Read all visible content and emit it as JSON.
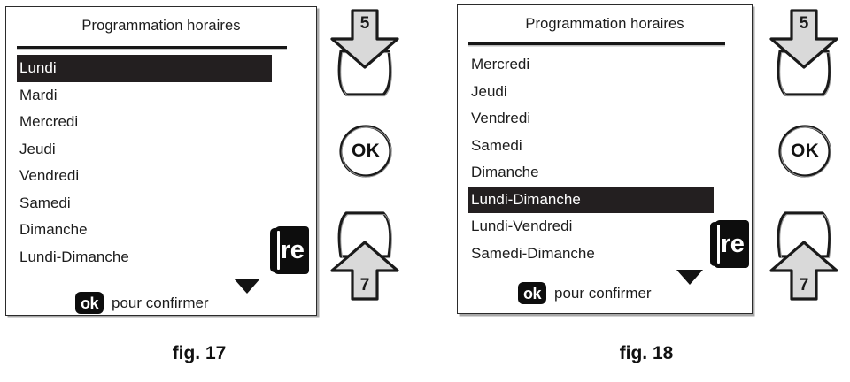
{
  "figures": [
    {
      "caption": "fig. 17",
      "screen": {
        "title": "Programmation horaires",
        "items": [
          {
            "label": "Lundi",
            "selected": true
          },
          {
            "label": "Mardi",
            "selected": false
          },
          {
            "label": "Mercredi",
            "selected": false
          },
          {
            "label": "Jeudi",
            "selected": false
          },
          {
            "label": "Vendredi",
            "selected": false
          },
          {
            "label": "Samedi",
            "selected": false
          },
          {
            "label": "Dimanche",
            "selected": false
          },
          {
            "label": "Lundi-Dimanche",
            "selected": false
          }
        ],
        "scroll_indicator": "scroll-down-triangle",
        "brand_badge": "re",
        "footer": {
          "key_badge": "ok",
          "text": "pour confirmer"
        }
      },
      "keypad": {
        "down_key": {
          "number": "5",
          "icon": "arrow-down-icon"
        },
        "ok_key": {
          "label": "OK"
        },
        "up_key": {
          "number": "7",
          "icon": "arrow-up-icon"
        }
      }
    },
    {
      "caption": "fig. 18",
      "screen": {
        "title": "Programmation horaires",
        "items": [
          {
            "label": "Mercredi",
            "selected": false
          },
          {
            "label": "Jeudi",
            "selected": false
          },
          {
            "label": "Vendredi",
            "selected": false
          },
          {
            "label": "Samedi",
            "selected": false
          },
          {
            "label": "Dimanche",
            "selected": false
          },
          {
            "label": "Lundi-Dimanche",
            "selected": true
          },
          {
            "label": "Lundi-Vendredi",
            "selected": false
          },
          {
            "label": "Samedi-Dimanche",
            "selected": false
          }
        ],
        "scroll_indicator": "scroll-down-triangle",
        "brand_badge": "re",
        "footer": {
          "key_badge": "ok",
          "text": "pour confirmer"
        }
      },
      "keypad": {
        "down_key": {
          "number": "5",
          "icon": "arrow-down-icon"
        },
        "ok_key": {
          "label": "OK"
        },
        "up_key": {
          "number": "7",
          "icon": "arrow-up-icon"
        }
      }
    }
  ],
  "colors": {
    "selection_background": "#231f20",
    "selection_text": "#ffffff",
    "text": "#1c1c1c",
    "key_fill": "#d9d9d9",
    "key_stroke": "#1a1a1a",
    "panel_border": "#2b2b2b",
    "panel_shadow": "#a8a8a8"
  }
}
